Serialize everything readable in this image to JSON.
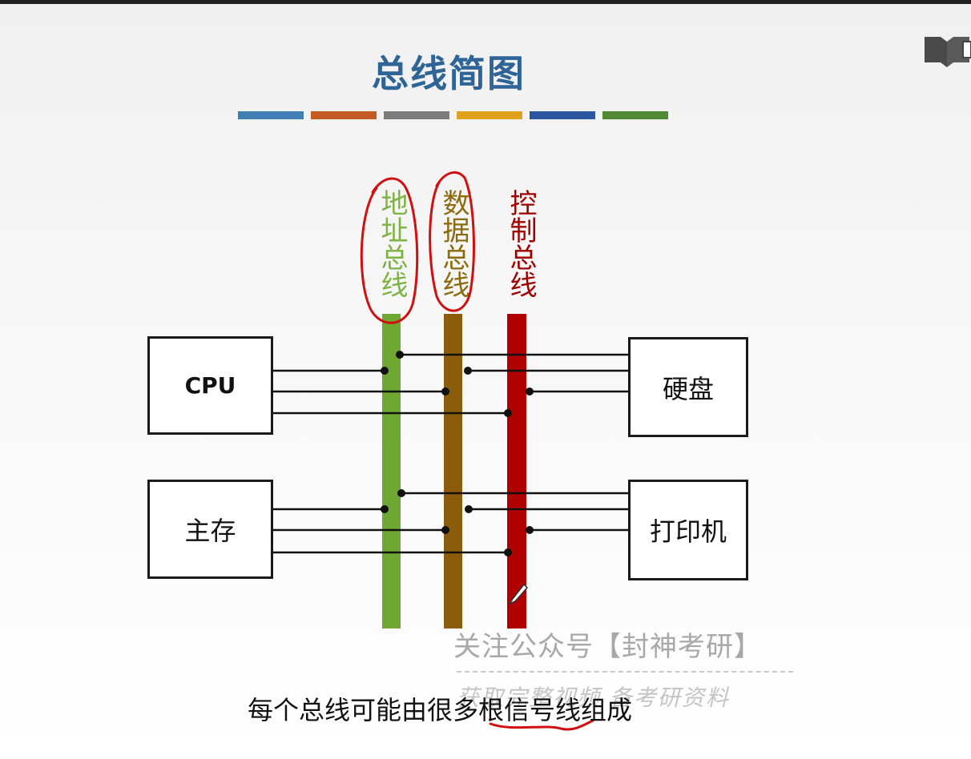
{
  "slide": {
    "title": "总线简图",
    "caption": "每个总线可能由很多根信号线组成",
    "watermark_main": "关注公众号【封神考研】",
    "watermark_sub": "获取完整视频 备考研资料",
    "decor_bar_colors": [
      "#3f7fb4",
      "#c45a23",
      "#7b7b7b",
      "#e0a21c",
      "#2c55a0",
      "#4f8a32"
    ]
  },
  "buses": [
    {
      "label": "地址总线",
      "color": "#6ea832",
      "label_color": "#7cb342",
      "circled": true
    },
    {
      "label": "数据总线",
      "color": "#8a5c0c",
      "label_color": "#8b6b0e",
      "circled": true
    },
    {
      "label": "控制总线",
      "color": "#b00000",
      "label_color": "#a00000",
      "circled": false
    }
  ],
  "devices": {
    "cpu": "CPU",
    "memory": "主存",
    "disk": "硬盘",
    "printer": "打印机"
  },
  "annotation_color": "#d01010"
}
